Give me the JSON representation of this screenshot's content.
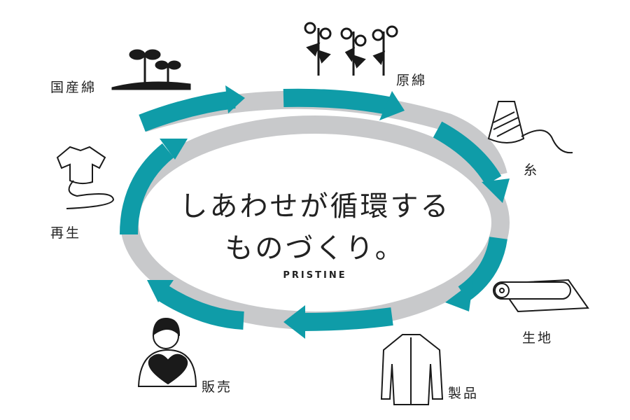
{
  "colors": {
    "accent": "#0f9ca8",
    "track": "#c8c9cb",
    "ink": "#222222"
  },
  "center": {
    "line1": "しあわせが循環する",
    "line2": "ものづくり。",
    "brand": "PRISTINE"
  },
  "stages": [
    {
      "label": "国産綿",
      "icon": "sprout-icon"
    },
    {
      "label": "原綿",
      "icon": "cotton-plant-icon"
    },
    {
      "label": "糸",
      "icon": "yarn-spool-icon"
    },
    {
      "label": "生地",
      "icon": "fabric-roll-icon"
    },
    {
      "label": "製品",
      "icon": "shirt-icon"
    },
    {
      "label": "販売",
      "icon": "person-heart-icon"
    },
    {
      "label": "再生",
      "icon": "tshirt-icon"
    }
  ]
}
